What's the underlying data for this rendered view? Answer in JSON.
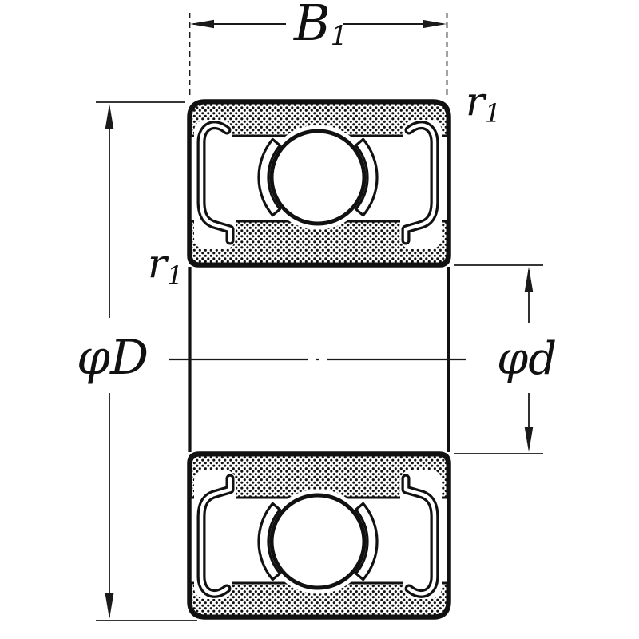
{
  "labels": {
    "width": {
      "base": "B",
      "sub": "1"
    },
    "outer_diameter": "φD",
    "bore_diameter": "φd",
    "chamfer_left": {
      "base": "r",
      "sub": "1"
    },
    "chamfer_right": {
      "base": "r",
      "sub": "1"
    }
  },
  "colors": {
    "line": "#111111",
    "background": "#ffffff",
    "hatch_dot": "#111111"
  }
}
